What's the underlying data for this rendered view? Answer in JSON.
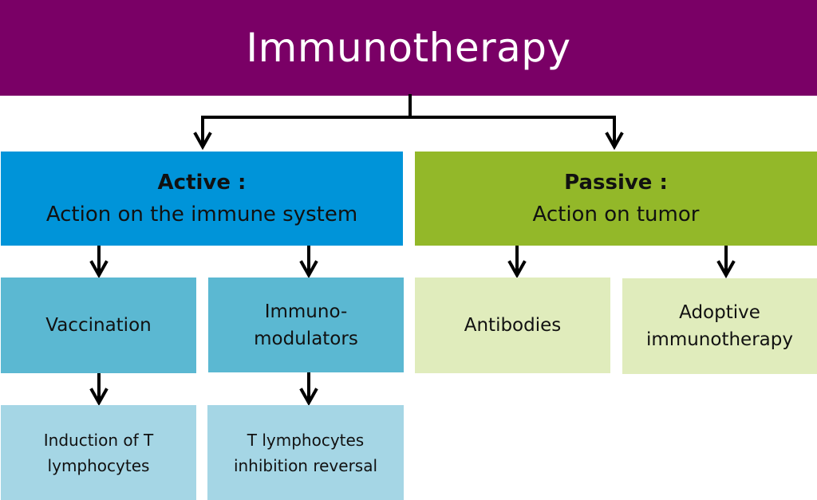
{
  "colors": {
    "root": "#7a0066",
    "active": "#0094d9",
    "passive": "#93b829",
    "active_child": "#5bb8d2",
    "passive_child": "#e0ecbc",
    "active_grandchild": "#a5d6e5",
    "arrow": "#000000"
  },
  "root": {
    "title": "Immunotherapy"
  },
  "branches": {
    "active": {
      "title": "Active :",
      "subtitle": "Action on the immune system",
      "children": [
        {
          "label_lines": [
            "Vaccination"
          ],
          "outcome_lines": [
            "Induction of T",
            "lymphocytes"
          ]
        },
        {
          "label_lines": [
            "Immuno-",
            "modulators"
          ],
          "outcome_lines": [
            "T lymphocytes",
            "inhibition reversal"
          ]
        }
      ]
    },
    "passive": {
      "title": "Passive :",
      "subtitle": "Action on tumor",
      "children": [
        {
          "label_lines": [
            "Antibodies"
          ]
        },
        {
          "label_lines": [
            "Adoptive",
            "immunotherapy"
          ]
        }
      ]
    }
  }
}
